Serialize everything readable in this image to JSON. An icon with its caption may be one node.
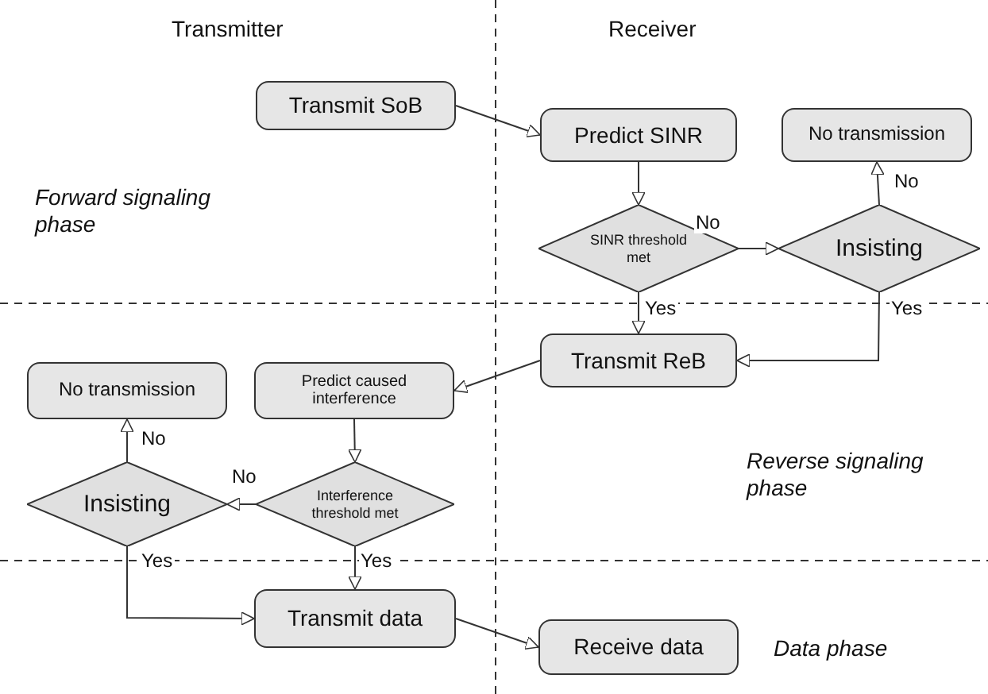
{
  "diagram": {
    "nodes": [
      {
        "text": [
          "Transmit SoB"
        ]
      },
      {
        "text": [
          "Predict SINR"
        ]
      },
      {
        "text": [
          "No transmission"
        ]
      },
      {
        "text": [
          "SINR threshold met"
        ]
      },
      {
        "text": [
          "Insisting"
        ]
      },
      {
        "text": [
          "Transmit ReB"
        ]
      },
      {
        "text": [
          "No transmission"
        ]
      },
      {
        "text": [
          "Predict caused interference"
        ]
      },
      {
        "text": [
          "Insisting"
        ]
      },
      {
        "text": [
          "Interference threshold met"
        ]
      },
      {
        "text": [
          "Transmit data"
        ]
      },
      {
        "text": [
          "Receive data"
        ]
      }
    ],
    "edges": [
      {
        "from": 0,
        "to": 1,
        "arrow": "to"
      },
      {
        "from": 1,
        "to": 3,
        "arrow": "to"
      },
      {
        "from": 3,
        "to": 4,
        "label": "No",
        "arrow": "to"
      },
      {
        "from": 4,
        "to": 2,
        "label": "No",
        "arrow": "to"
      },
      {
        "from": 3,
        "to": 5,
        "label": "Yes",
        "arrow": "to"
      },
      {
        "from": 4,
        "to": 5,
        "label": "Yes",
        "arrow": "to"
      },
      {
        "from": 5,
        "to": 7,
        "arrow": "to"
      },
      {
        "from": 7,
        "to": 9,
        "arrow": "to"
      },
      {
        "from": 9,
        "to": 8,
        "label": "No",
        "arrow": "to"
      },
      {
        "from": 8,
        "to": 6,
        "label": "No",
        "arrow": "to"
      },
      {
        "from": 9,
        "to": 10,
        "label": "Yes",
        "arrow": "to"
      },
      {
        "from": 8,
        "to": 10,
        "label": "Yes",
        "arrow": "to"
      },
      {
        "from": 10,
        "to": 11,
        "arrow": "to"
      }
    ],
    "labels": [
      "Transmitter",
      "Receiver",
      "Forward signaling phase",
      "Reverse signaling phase",
      "Data phase"
    ]
  }
}
